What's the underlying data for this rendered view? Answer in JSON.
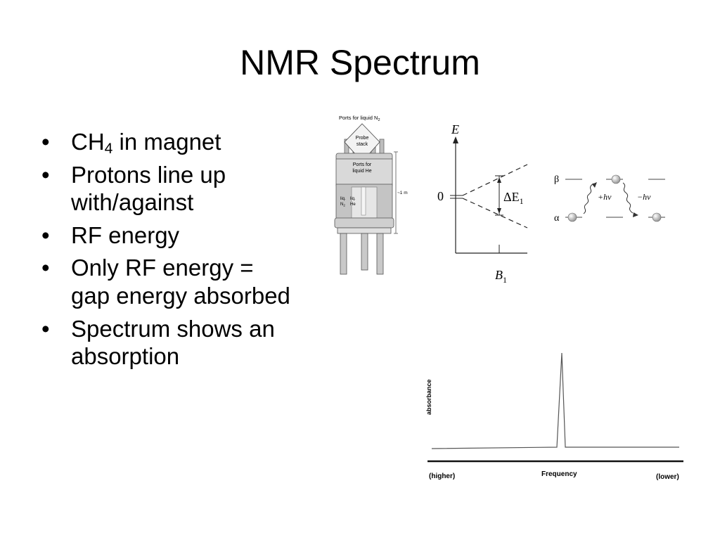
{
  "slide": {
    "title": "NMR Spectrum"
  },
  "bullets": [
    {
      "text": "CH",
      "sub": "4",
      "tail": " in magnet"
    },
    {
      "text": "Protons line up with/against"
    },
    {
      "text": "RF energy"
    },
    {
      "text": "Only RF energy = gap energy absorbed"
    },
    {
      "text": "Spectrum shows an absorption"
    }
  ],
  "magnet_figure": {
    "ports_n2": "Ports for liquid N",
    "ports_n2_sub": "2",
    "probe_line1": "Probe",
    "probe_line2": "stack",
    "ports_he_line1": "Ports for",
    "ports_he_line2": "liquid He",
    "liq_n2_line1": "liq.",
    "liq_n2_line2": "N",
    "liq_n2_sub": "2",
    "liq_he_line1": "liq.",
    "liq_he_line2": "He",
    "height_label": "~1 m"
  },
  "energy_diagram": {
    "y_axis_label": "E",
    "zero_label": "0",
    "delta_label": "ΔE",
    "delta_sub": "1",
    "x_axis_label": "B",
    "x_axis_sub": "1"
  },
  "transition_diagram": {
    "beta": "β",
    "alpha": "α",
    "absorb": "+hν",
    "emit": "−hν"
  },
  "chart_data": {
    "type": "line",
    "ylabel": "absorbance",
    "xlabel": "Frequency",
    "x_left_label": "(higher)",
    "x_right_label": "(lower)",
    "grid": false
  }
}
